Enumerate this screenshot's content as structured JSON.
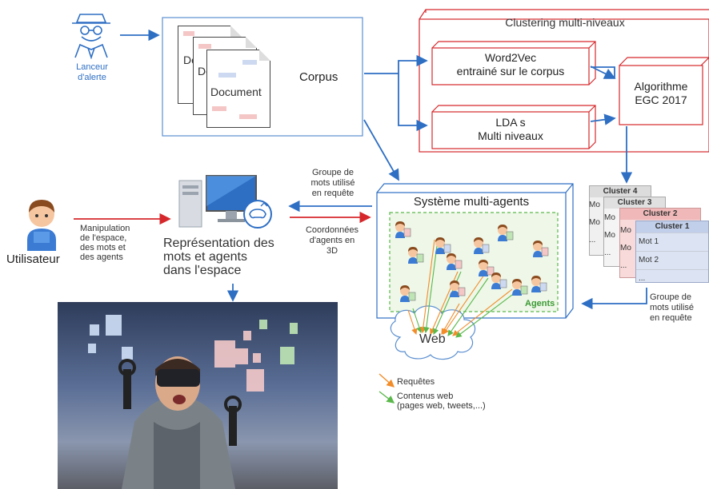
{
  "whistleblower": {
    "label_line1": "Lanceur",
    "label_line2": "d'alerte"
  },
  "corpus": {
    "label": "Corpus",
    "document_labels": [
      "Do",
      "Do",
      "Document"
    ]
  },
  "clustering": {
    "title": "Clustering multi-niveaux",
    "word2vec_line1": "Word2Vec",
    "word2vec_line2": "entrainé sur le corpus",
    "lda_line1": "LDA s",
    "lda_line2": "Multi niveaux",
    "algo_line1": "Algorithme",
    "algo_line2": "EGC 2017"
  },
  "user": {
    "label": "Utilisateur"
  },
  "manipulation": {
    "line1": "Manipulation",
    "line2": "de l'espace,",
    "line3": "des mots et",
    "line4": "des agents"
  },
  "representation": {
    "line1": "Représentation des",
    "line2": "mots et agents",
    "line3": "dans l'espace"
  },
  "query_group_top": {
    "line1": "Groupe de",
    "line2": "mots utilisé",
    "line3": "en requête"
  },
  "coords": {
    "line1": "Coordonnées",
    "line2": "d'agents en",
    "line3": "3D"
  },
  "mas": {
    "title": "Système multi-agents",
    "agents_label": "Agents"
  },
  "clusters": {
    "titles": [
      "Cluster 4",
      "Cluster 3",
      "Cluster 2",
      "Cluster 1"
    ],
    "rows": [
      "Mot 1",
      "Mot 2",
      "..."
    ],
    "partial_rows": [
      "Mo",
      "Mo",
      "..."
    ]
  },
  "query_group_right": {
    "line1": "Groupe de",
    "line2": "mots utilisé",
    "line3": "en requête"
  },
  "web": {
    "label": "Web"
  },
  "legend": {
    "requests": "Requêtes",
    "contents_line1": "Contenus web",
    "contents_line2": "(pages web, tweets,...)"
  },
  "colors": {
    "arrow_blue": "#2e6fc4",
    "arrow_red": "#d6282c",
    "box_red": "#d6282c",
    "green": "#5bb84b",
    "orange": "#f28c28"
  }
}
